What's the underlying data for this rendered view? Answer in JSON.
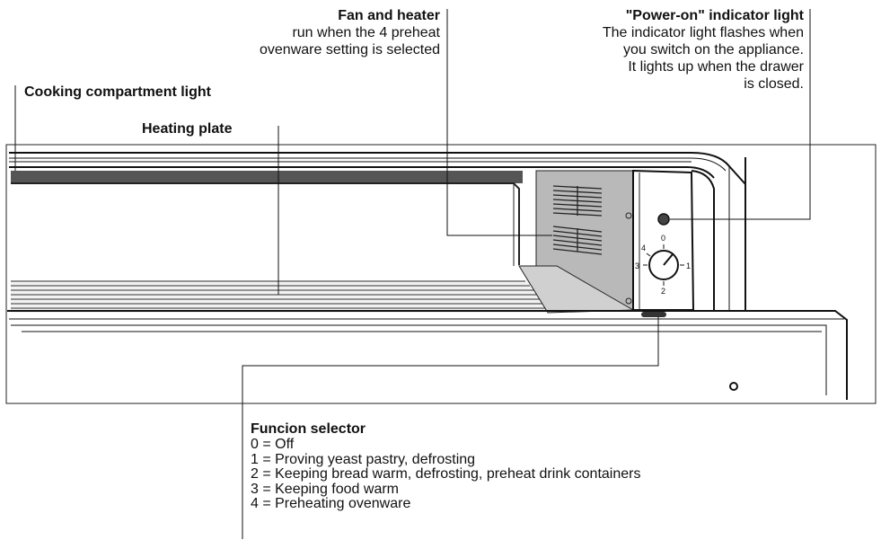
{
  "labels": {
    "fan_heater": {
      "title": "Fan and heater",
      "line1": "run when the 4 preheat",
      "line2": "ovenware setting is selected"
    },
    "power_on": {
      "title": "\"Power-on\" indicator light",
      "line1": "The indicator light flashes when",
      "line2": "you switch on the appliance.",
      "line3": "It lights up when the drawer",
      "line4": "is closed."
    },
    "cooking_light": {
      "title": "Cooking compartment light"
    },
    "heating_plate": {
      "title": "Heating plate"
    },
    "function_selector": {
      "title": "Funcion selector",
      "items": [
        "0 = Off",
        "1 = Proving yeast pastry, defrosting",
        "2 = Keeping bread warm, defrosting, preheat drink containers",
        "3 = Keeping food warm",
        "4 = Preheating ovenware"
      ]
    }
  },
  "knob_marks": {
    "top": "0",
    "left_top": "4",
    "left": "3",
    "right": "1",
    "bottom": "2"
  }
}
